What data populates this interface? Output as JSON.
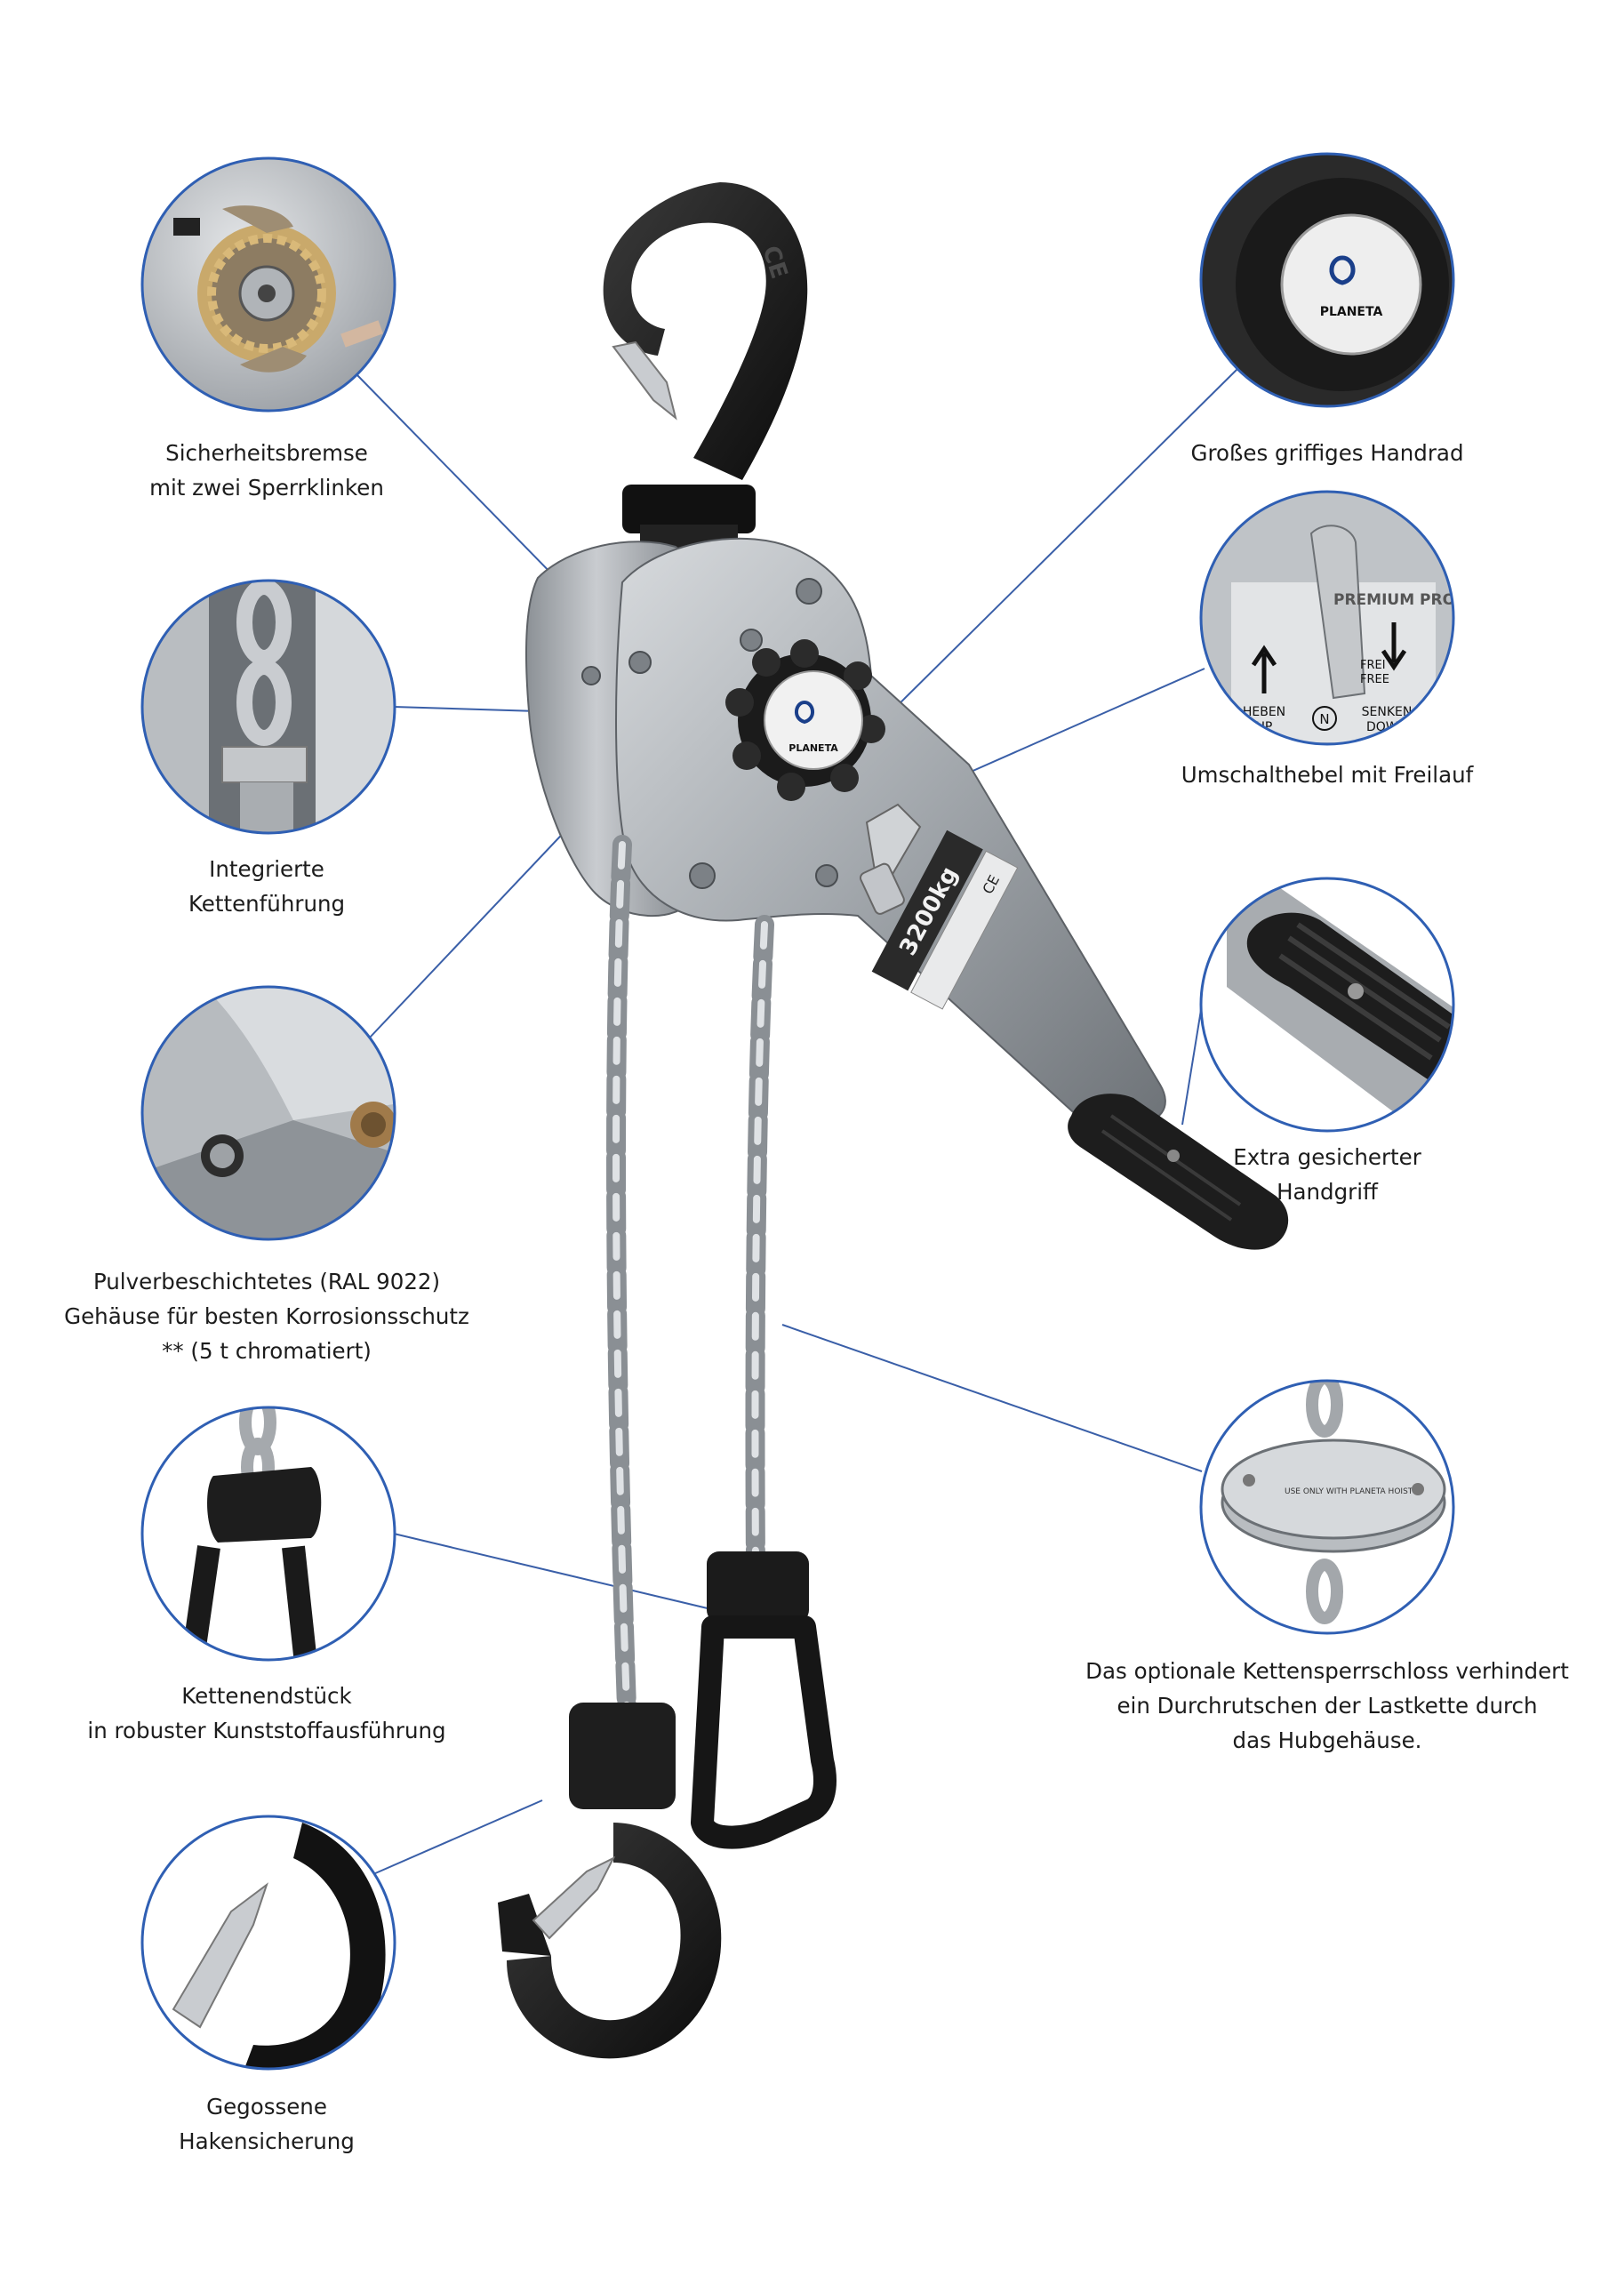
{
  "labels": {
    "safety_brake": [
      "Sicherheitsbremse",
      "mit zwei Sperrklinken"
    ],
    "chain_guide": [
      "Integrierte",
      "Kettenführung"
    ],
    "powder_coating": [
      "Pulverbeschichtetes (RAL 9022)",
      "Gehäuse für besten Korrosionsschutz",
      "** (5 t chromatiert)"
    ],
    "chain_end_piece": [
      "Kettenendstück",
      "in robuster Kunststoffausführung"
    ],
    "cast_hook_latch": [
      "Gegossene",
      "Hakensicherung"
    ],
    "handwheel": [
      "Großes griffiges Handrad"
    ],
    "selector_lever": [
      "Umschalthebel mit Freilauf"
    ],
    "handle": [
      "Extra gesicherter",
      "Handgriff"
    ],
    "chain_lock": [
      "Das optionale Kettensperrschloss verhindert",
      "ein Durchrutschen der Lastkette durch",
      "das Hubgehäuse."
    ]
  },
  "product_markings": {
    "brand": "PLANETA",
    "capacity": "3200kg",
    "heben": "HEBEN",
    "up": "UP",
    "senken": "SENKEN",
    "down": "DOWN",
    "neutral": "N",
    "frei": "FREI",
    "free": "FREE",
    "premium": "PREMIUM PRO",
    "ce": "CE",
    "chain_lock_text": "USE ONLY WITH PLANETA HOISTS"
  },
  "colors": {
    "leader_line": "#3a5fa8",
    "circle_border": "#2f5fb3",
    "hook_black": "#151515",
    "housing_silver": "#a9aeb3",
    "chain_silver": "#b8bcc0",
    "grip_black": "#1d1d1d"
  }
}
